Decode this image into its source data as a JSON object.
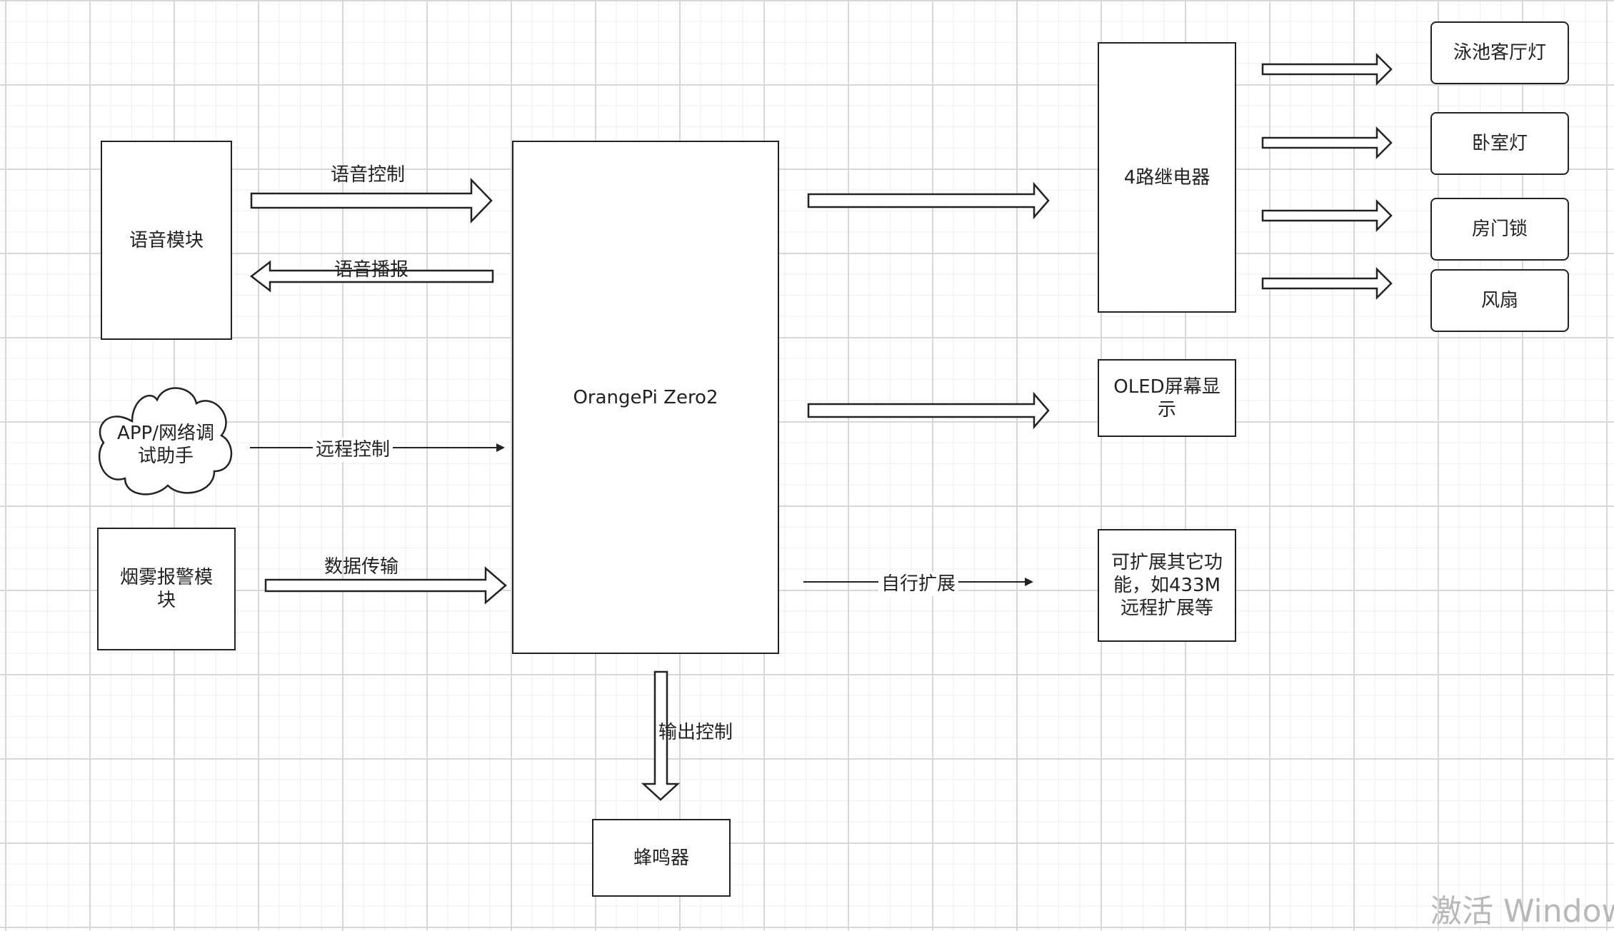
{
  "nodes": {
    "voice_module": "语音模块",
    "orangepi": "OrangePi Zero2",
    "app_assistant": "APP/网络调试助手",
    "smoke_alarm": "烟雾报警模块",
    "relay": "4路继电器",
    "oled": "OLED屏幕显示",
    "expandable": "可扩展其它功能，如433M远程扩展等",
    "buzzer": "蜂鸣器",
    "pool_light": "泳池客厅灯",
    "bedroom_light": "卧室灯",
    "door_lock": "房门锁",
    "fan": "风扇"
  },
  "edges": {
    "voice_control": "语音控制",
    "voice_broadcast": "语音播报",
    "remote_control": "远程控制",
    "data_transfer": "数据传输",
    "self_expand": "自行扩展",
    "output_control": "输出控制"
  },
  "watermark": "激活 Windows"
}
